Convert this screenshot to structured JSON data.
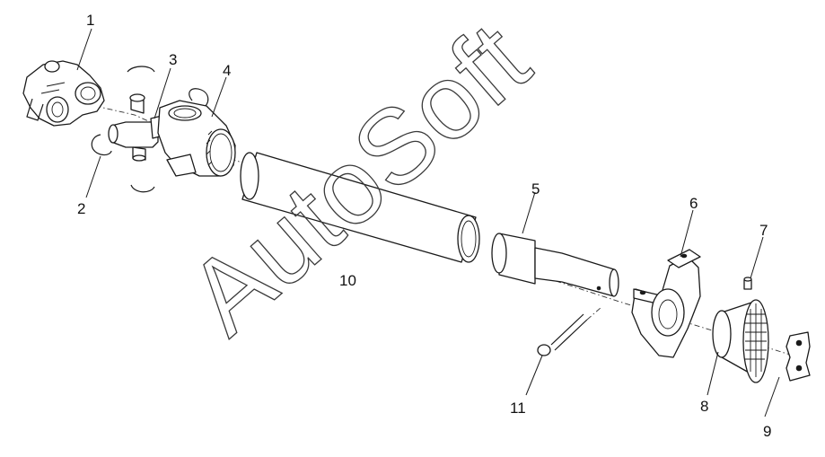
{
  "watermark": "AutoSoft",
  "callouts": [
    "1",
    "2",
    "3",
    "4",
    "5",
    "6",
    "7",
    "8",
    "9",
    "10",
    "11"
  ]
}
